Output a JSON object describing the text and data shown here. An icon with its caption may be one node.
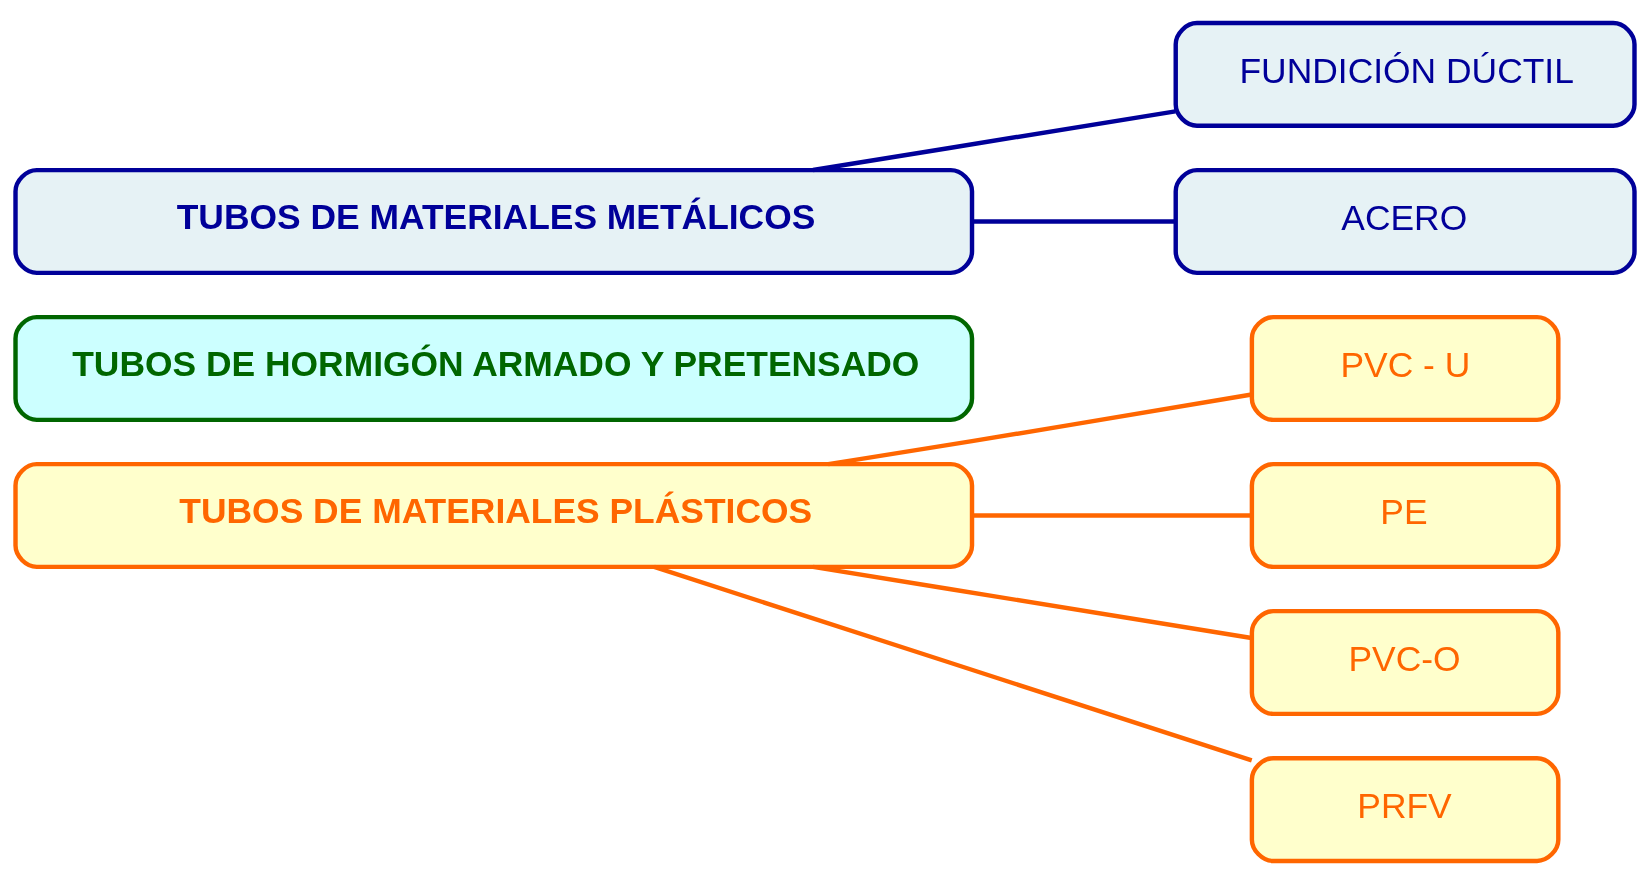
{
  "diagram": {
    "nodes": [
      {
        "text": [
          "TUBOS DE MATERIALES METÁLICOS"
        ]
      },
      {
        "text": [
          "FUNDICIÓN DÚCTIL"
        ]
      },
      {
        "text": [
          "ACERO"
        ]
      },
      {
        "text": [
          "TUBOS DE HORMIGÓN ARMADO Y PRETENSADO"
        ]
      },
      {
        "text": [
          "TUBOS DE MATERIALES PLÁSTICOS"
        ]
      },
      {
        "text": [
          "PVC - U"
        ]
      },
      {
        "text": [
          "PE"
        ]
      },
      {
        "text": [
          "PVC-O"
        ]
      },
      {
        "text": [
          "PRFV"
        ]
      }
    ],
    "edges": [
      {
        "from": 0,
        "to": 1,
        "arrow": "none",
        "color": "#000099"
      },
      {
        "from": 0,
        "to": 2,
        "arrow": "none",
        "color": "#000099"
      },
      {
        "from": 4,
        "to": 5,
        "arrow": "none"
      },
      {
        "from": 4,
        "to": 6,
        "arrow": "none"
      },
      {
        "from": 4,
        "to": 7,
        "arrow": "none"
      },
      {
        "from": 4,
        "to": 8,
        "arrow": "none"
      }
    ]
  }
}
